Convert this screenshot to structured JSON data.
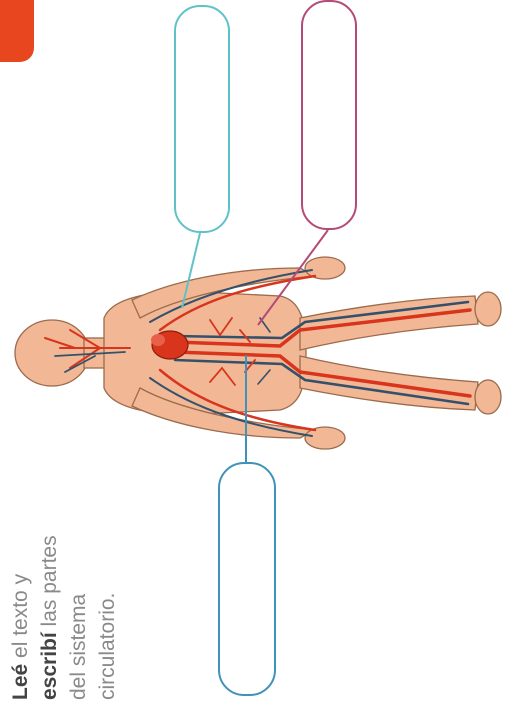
{
  "instruction": {
    "line1_bold": "Leé",
    "line1_rest": " el texto y",
    "line2_bold": "escribí",
    "line2_rest": " las partes",
    "line3": "del sistema",
    "line4": "circulatorio."
  },
  "answer_boxes": [
    {
      "id": "box-top-cyan",
      "value": ""
    },
    {
      "id": "box-top-purple",
      "value": ""
    },
    {
      "id": "box-bottom",
      "value": ""
    }
  ],
  "colors": {
    "accent_tab": "#e8461f",
    "box_cyan": "#5fc2c9",
    "box_purple": "#b44a78",
    "box_blue": "#3f93b8",
    "skin": "#f2b896",
    "artery": "#d9341c",
    "vein": "#35506a",
    "heart": "#d9341c"
  },
  "icons": [
    "human-body-figure",
    "heart-icon"
  ]
}
